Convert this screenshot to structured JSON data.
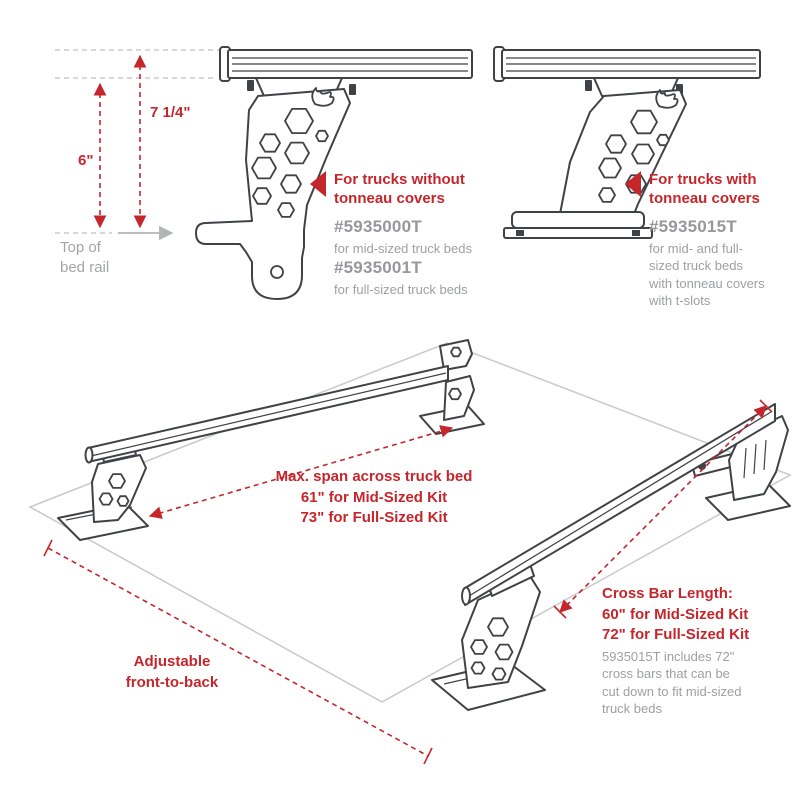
{
  "colors": {
    "accent_red": "#c5262c",
    "text_gray": "#9da0a3",
    "line_dark": "#3f4247",
    "line_light": "#c7cacc"
  },
  "upper_left": {
    "dim_top_of_bar": "7 1/4\"",
    "dim_bottom_of_bar": "6\"",
    "bed_rail_label": "Top of\nbed rail",
    "callout": "For trucks without\ntonneau covers",
    "parts": [
      {
        "number": "#5935000T",
        "description": "for mid-sized truck beds"
      },
      {
        "number": "#5935001T",
        "description": "for full-sized truck beds"
      }
    ]
  },
  "upper_right": {
    "callout": "For trucks with\ntonneau covers",
    "part": {
      "number": "#5935015T",
      "description": "for mid- and full-\nsized truck beds\nwith tonneau covers\nwith t-slots"
    }
  },
  "lower": {
    "max_span_note": "Max. span across truck bed\n61\" for Mid-Sized Kit\n73\" for Full-Sized Kit",
    "cross_bar_note": "Cross Bar Length:\n60\" for Mid-Sized Kit\n72\" for Full-Sized Kit",
    "cross_bar_detail": "5935015T includes 72\"\ncross bars that can be\ncut down to fit mid-sized\ntruck beds",
    "adjust_note": "Adjustable\nfront-to-back"
  }
}
